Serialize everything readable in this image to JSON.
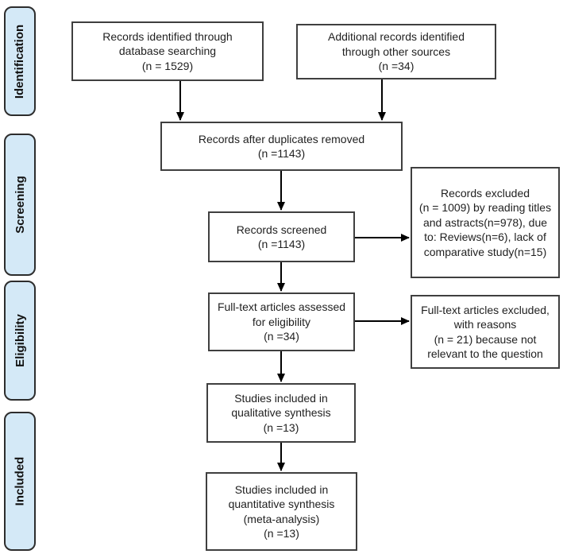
{
  "stages": [
    {
      "label": "Identification"
    },
    {
      "label": "Screening"
    },
    {
      "label": "Eligibility"
    },
    {
      "label": "Included"
    }
  ],
  "boxes": {
    "records_identified": "Records identified through\ndatabase searching\n(n = 1529)",
    "additional_records": "Additional records identified\nthrough other sources\n(n =34)",
    "duplicates_removed": "Records after duplicates removed\n(n =1143)",
    "records_screened": "Records screened\n(n =1143)",
    "records_excluded": "Records excluded\n(n = 1009) by reading titles\nand astracts(n=978), due\nto: Reviews(n=6), lack of\ncomparative study(n=15)",
    "fulltext_assessed": "Full-text articles assessed\nfor eligibility\n(n =34)",
    "fulltext_excluded": "Full-text articles excluded,\nwith reasons\n(n = 21) because not\nrelevant to the question",
    "qualitative_synthesis": "Studies included in\nqualitative synthesis\n(n =13)",
    "quantitative_synthesis": "Studies included in\nquantitative synthesis\n(meta-analysis)\n(n =13)"
  },
  "colors": {
    "background": "#ffffff",
    "stage_fill": "#d4e9f7",
    "stage_border": "#2d2d2d",
    "box_border": "#3f3f3f",
    "arrow": "#000000",
    "text": "#1f1f1f"
  }
}
